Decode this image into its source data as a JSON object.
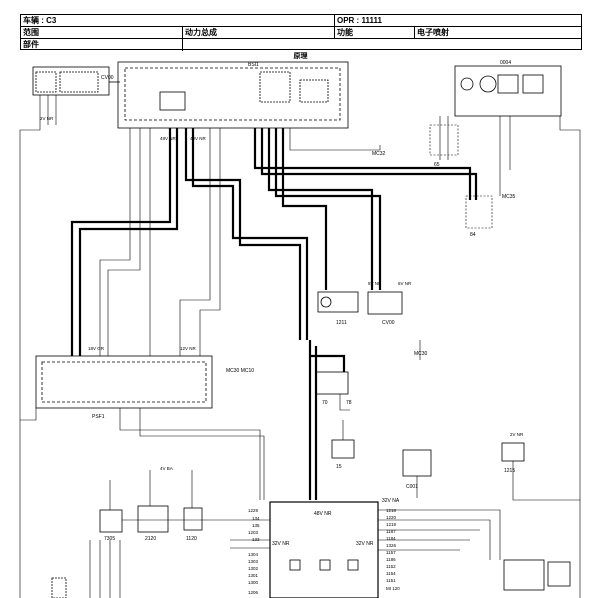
{
  "header": {
    "vehicle": "车辆 : C3",
    "opr": "OPR : 11111",
    "scope_label": "范围",
    "system": "动力总成",
    "function_label": "功能",
    "function_value": "电子喷射",
    "part_label": "部件"
  },
  "diagram": {
    "title": "原理",
    "components": {
      "bsi": "BSI1",
      "cv00": "CV00",
      "c0004": "0004",
      "psf1": "PSF1",
      "c1211": "1211",
      "cv00b": "CV00",
      "c0001": "C001",
      "c1215": "1215",
      "c7305": "7305",
      "c2120": "2120",
      "c1120": "1120",
      "mc32": "MC32",
      "mc35": "MC35",
      "mc30": "MC30",
      "mc30b": "MC30 MC10",
      "c65": "65",
      "c84": "84",
      "c70": "70",
      "c78": "78",
      "c15": "15"
    },
    "ecu": {
      "top_label": "48V NR",
      "left_label": "32V NR",
      "right_label": "32V NR",
      "upper_right": "32V NA"
    },
    "pin_labels_left": [
      "1229",
      "134",
      "135",
      "1203",
      "133",
      "1304",
      "1303",
      "1302",
      "1301",
      "1300",
      "1206"
    ],
    "pin_labels_right": [
      "1218",
      "1220",
      "1219",
      "1187",
      "1184",
      "1326",
      "1157",
      "1186",
      "1152",
      "1154",
      "1151",
      "MI 120"
    ],
    "connector_labels": [
      "2V NR",
      "48V NR",
      "40V NR",
      "5V NR",
      "6V NR",
      "18V GR",
      "12V NR",
      "4V BA",
      "2V NR"
    ]
  }
}
